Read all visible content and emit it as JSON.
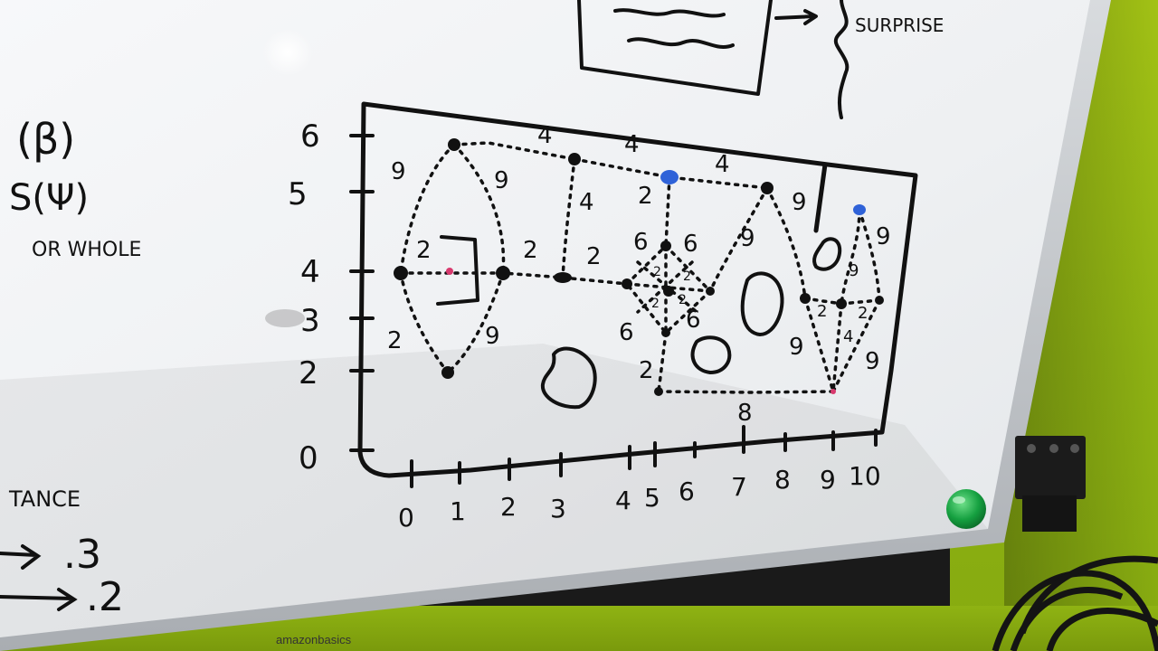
{
  "header_box": {
    "arrow": "→",
    "label": "SURPRISE"
  },
  "left_notes": [
    {
      "text": "(β)"
    },
    {
      "text": "S(Ψ)"
    },
    {
      "text": "OR WHOLE"
    }
  ],
  "left_bottom_notes": [
    {
      "text": "TANCE"
    },
    {
      "text": ".3"
    },
    {
      "text": ".2"
    }
  ],
  "y_axis_ticks": [
    "6",
    "5",
    "4",
    "3",
    "2",
    "0"
  ],
  "x_axis_ticks": [
    "0",
    "1",
    "2",
    "3",
    "4",
    "5",
    "6",
    "7",
    "8",
    "9",
    "10"
  ],
  "edge_weights": [
    "9",
    "4",
    "4",
    "9",
    "4",
    "2",
    "4",
    "9",
    "9",
    "2",
    "2",
    "2",
    "6",
    "6",
    "6",
    "6",
    "2",
    "2",
    "9",
    "9",
    "9",
    "9",
    "9",
    "2",
    "2",
    "2",
    "4",
    "2",
    "2",
    "2",
    "8"
  ],
  "brand": {
    "text": "amazonbasics"
  },
  "colors": {
    "marker_black": "#111111",
    "marker_blue": "#2f62d8",
    "marker_red": "#d83a6e",
    "board": "#f2f4f6",
    "frame": "#c9cdd1",
    "wall": "#9dbf14",
    "magnet": "#1aa64a"
  },
  "icons": {
    "magnet": "green-magnet-icon",
    "mount": "wall-mount-bracket-icon",
    "cables": "cable-bundle-icon"
  }
}
